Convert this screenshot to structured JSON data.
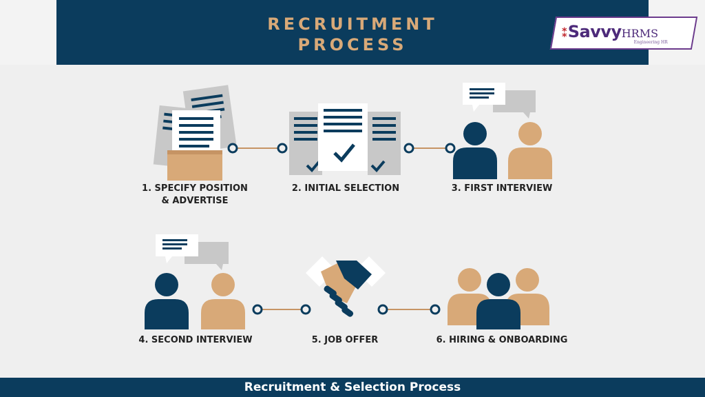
{
  "header": {
    "title_line1": "RECRUITMENT",
    "title_line2": "PROCESS"
  },
  "logo": {
    "mark": "⁑",
    "name": "Savvy",
    "suffix": "HRMS",
    "tagline": "Engineering HR"
  },
  "steps": [
    {
      "label_line1": "1. SPECIFY POSITION",
      "label_line2": "& ADVERTISE",
      "icon": "documents-in-box-icon"
    },
    {
      "label_line1": "2. INITIAL SELECTION",
      "label_line2": "",
      "icon": "checked-documents-icon"
    },
    {
      "label_line1": "3. FIRST INTERVIEW",
      "label_line2": "",
      "icon": "interview-people-icon"
    },
    {
      "label_line1": "4. SECOND INTERVIEW",
      "label_line2": "",
      "icon": "interview-people-icon"
    },
    {
      "label_line1": "5. JOB OFFER",
      "label_line2": "",
      "icon": "handshake-icon"
    },
    {
      "label_line1": "6. HIRING & ONBOARDING",
      "label_line2": "",
      "icon": "team-group-icon"
    }
  ],
  "footer": {
    "title": "Recruitment & Selection Process"
  },
  "colors": {
    "navy": "#0b3c5d",
    "tan": "#d8a978",
    "gray": "#c8c8c8",
    "background": "#efefef"
  }
}
